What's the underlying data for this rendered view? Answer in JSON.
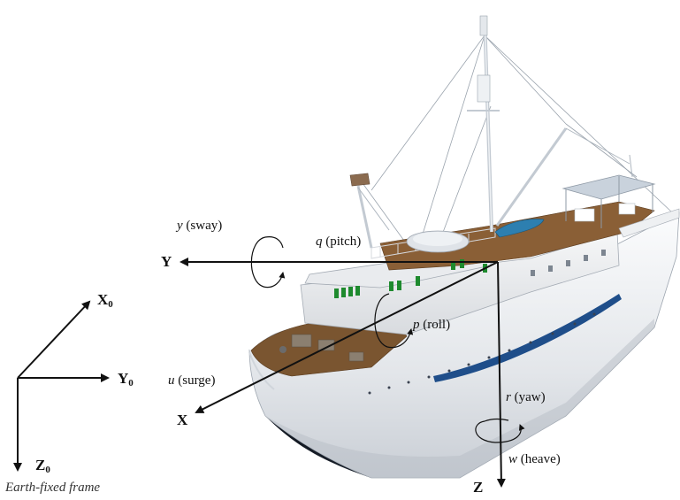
{
  "earth_frame": {
    "x_axis": "X",
    "y_axis": "Y",
    "z_axis": "Z",
    "subscript": "0",
    "caption": "Earth-fixed frame"
  },
  "body_frame": {
    "x_axis": "X",
    "y_axis": "Y",
    "z_axis": "Z"
  },
  "motions": {
    "sway": {
      "symbol": "y",
      "name": "(sway)"
    },
    "pitch": {
      "symbol": "q",
      "name": "(pitch)"
    },
    "roll": {
      "symbol": "p",
      "name": "(roll)"
    },
    "surge": {
      "symbol": "u",
      "name": "(surge)"
    },
    "yaw": {
      "symbol": "r",
      "name": "(yaw)"
    },
    "heave": {
      "symbol": "w",
      "name": "(heave)"
    }
  },
  "colors": {
    "hull_white": "#eef0f2",
    "hull_dark": "#1b2330",
    "waterline_blue": "#1f4e8a",
    "deck_wood": "#7a5530",
    "window_green": "#1e8a2e",
    "axis_black": "#111111"
  }
}
